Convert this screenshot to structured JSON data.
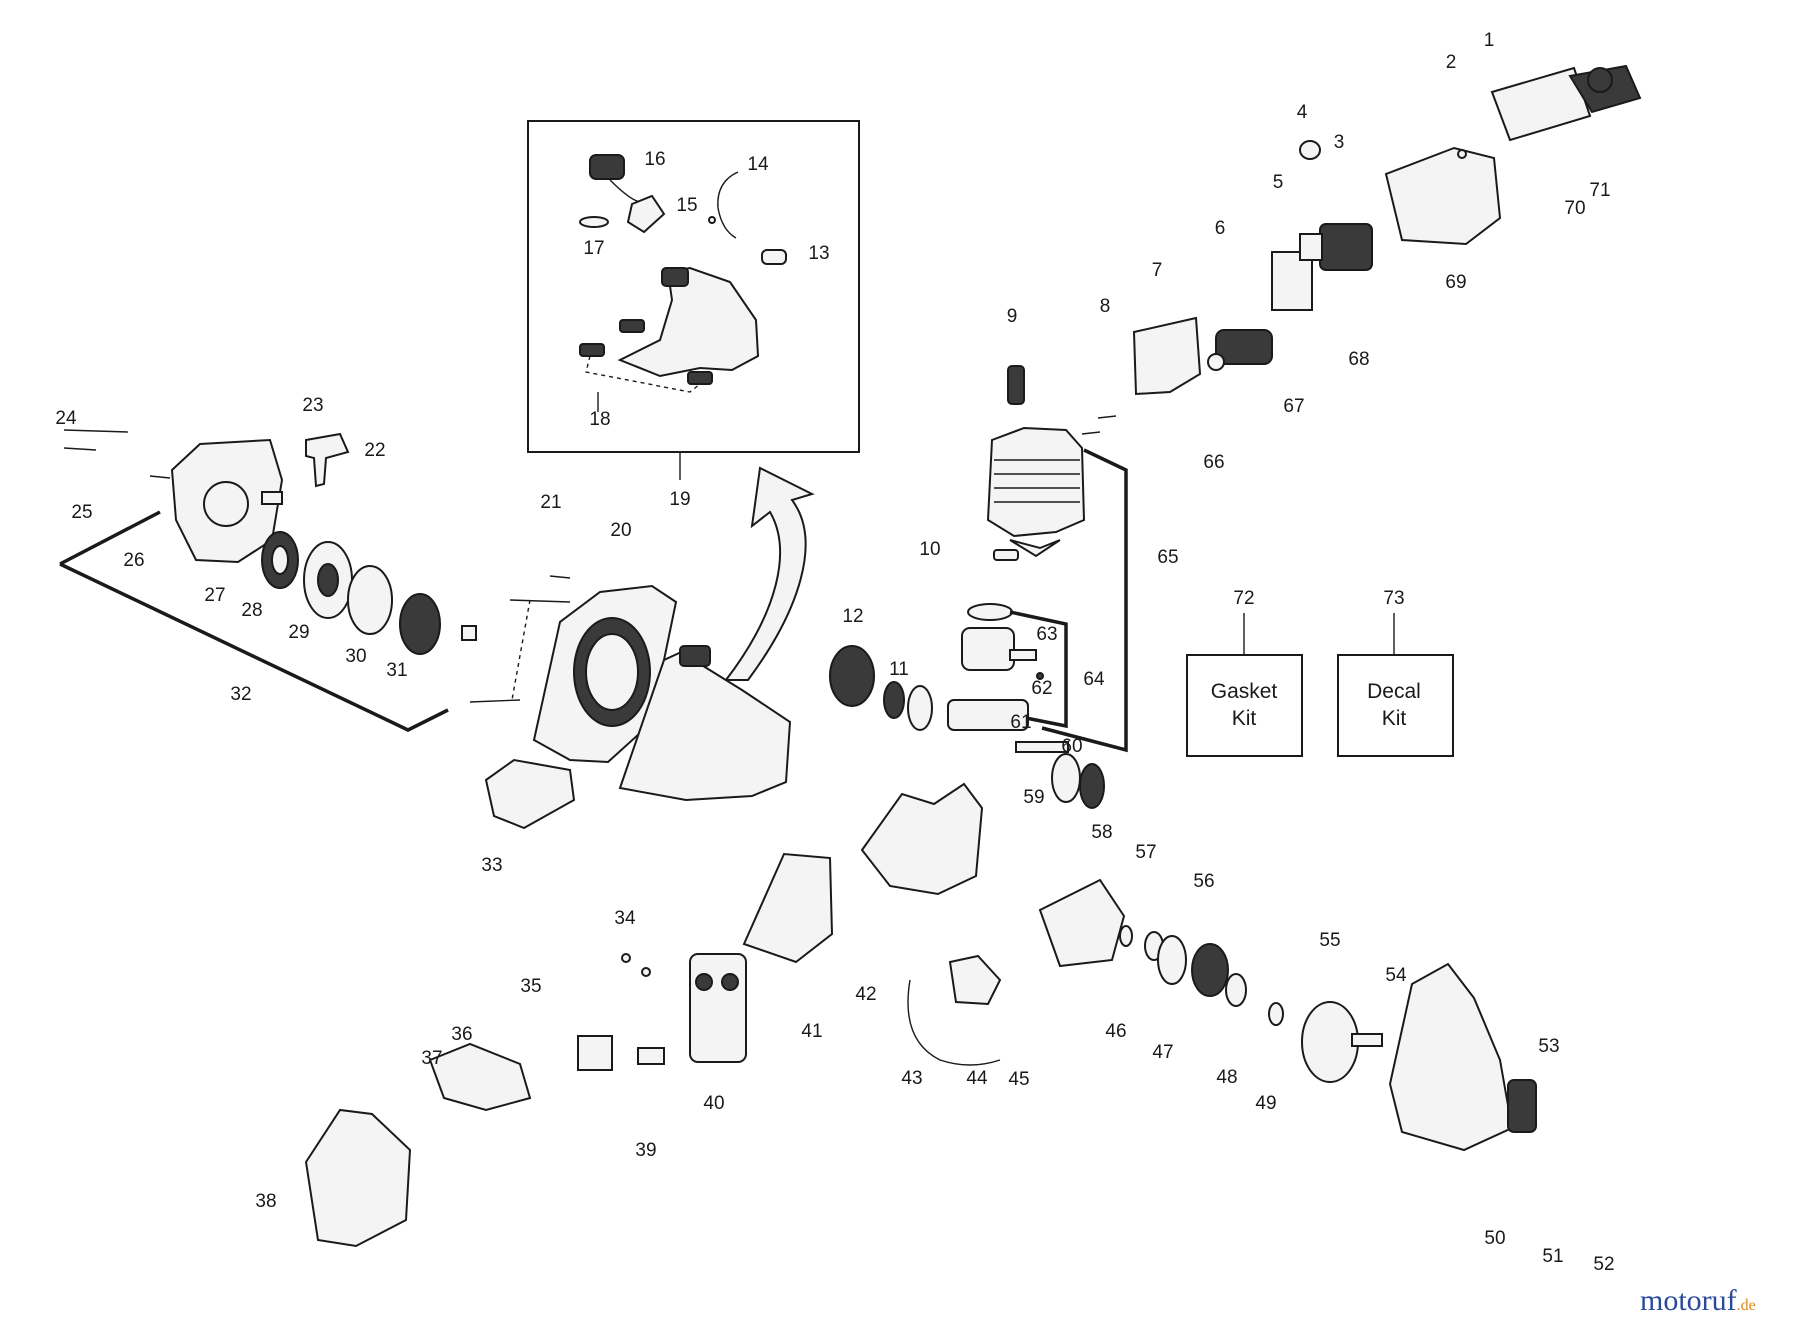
{
  "callouts": [
    "1",
    "2",
    "3",
    "4",
    "5",
    "6",
    "7",
    "8",
    "9",
    "10",
    "11",
    "12",
    "13",
    "14",
    "15",
    "16",
    "17",
    "18",
    "19",
    "20",
    "21",
    "22",
    "23",
    "24",
    "25",
    "26",
    "27",
    "28",
    "29",
    "30",
    "31",
    "32",
    "33",
    "34",
    "35",
    "36",
    "37",
    "38",
    "39",
    "40",
    "41",
    "42",
    "43",
    "44",
    "45",
    "46",
    "47",
    "48",
    "49",
    "50",
    "51",
    "52",
    "53",
    "54",
    "55",
    "56",
    "57",
    "58",
    "59",
    "60",
    "61",
    "62",
    "63",
    "64",
    "65",
    "66",
    "67",
    "68",
    "69",
    "70",
    "71",
    "72",
    "73"
  ],
  "kits": {
    "gasket": {
      "line1": "Gasket",
      "line2": "Kit"
    },
    "decal": {
      "line1": "Decal",
      "line2": "Kit"
    }
  },
  "watermark": {
    "brand": "motoruf",
    "suffix": ".de"
  },
  "colors": {
    "ink": "#1a1a1a",
    "logo_blue": "#2b4a9a",
    "logo_orange": "#e08a1e"
  }
}
